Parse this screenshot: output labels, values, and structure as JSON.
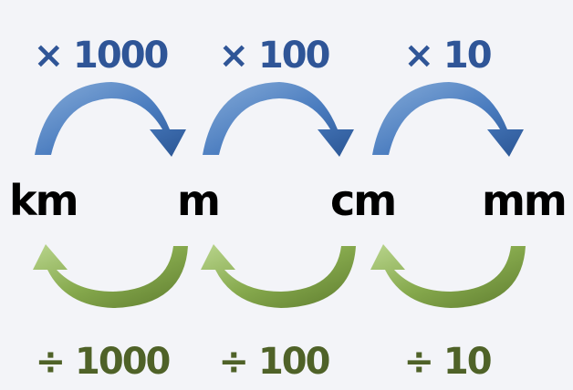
{
  "colors": {
    "background": "#f3f4f8",
    "multiply": "#2f5597",
    "multiply_arrow_light": "#6f9bd1",
    "multiply_arrow_dark": "#2e5c9e",
    "divide": "#4f6228",
    "divide_arrow_light": "#a8c878",
    "divide_arrow_dark": "#6d8f3c",
    "unit_text": "#000000"
  },
  "units": [
    {
      "label": "km"
    },
    {
      "label": "m"
    },
    {
      "label": "cm"
    },
    {
      "label": "mm"
    }
  ],
  "multiply_ops": [
    {
      "label": "× 1000",
      "icon": "curved-arrow-right"
    },
    {
      "label": "× 100",
      "icon": "curved-arrow-right"
    },
    {
      "label": "× 10",
      "icon": "curved-arrow-right"
    }
  ],
  "divide_ops": [
    {
      "label": "÷ 1000",
      "icon": "curved-arrow-left"
    },
    {
      "label": "÷ 100",
      "icon": "curved-arrow-left"
    },
    {
      "label": "÷ 10",
      "icon": "curved-arrow-left"
    }
  ]
}
